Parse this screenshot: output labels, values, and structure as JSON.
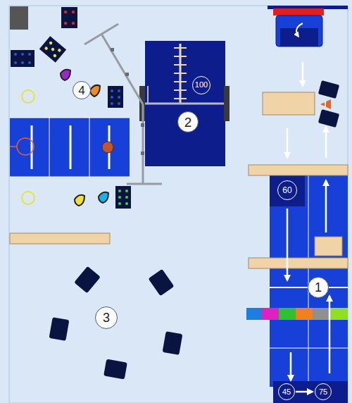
{
  "diagram": {
    "nodes": [
      {
        "text": [
          "100"
        ]
      },
      {
        "text": [
          "4"
        ]
      },
      {
        "text": [
          "2"
        ]
      },
      {
        "text": [
          "60"
        ]
      },
      {
        "text": [
          "1"
        ]
      },
      {
        "text": [
          "3"
        ]
      },
      {
        "text": [
          "45"
        ]
      },
      {
        "text": [
          "75"
        ]
      }
    ]
  }
}
